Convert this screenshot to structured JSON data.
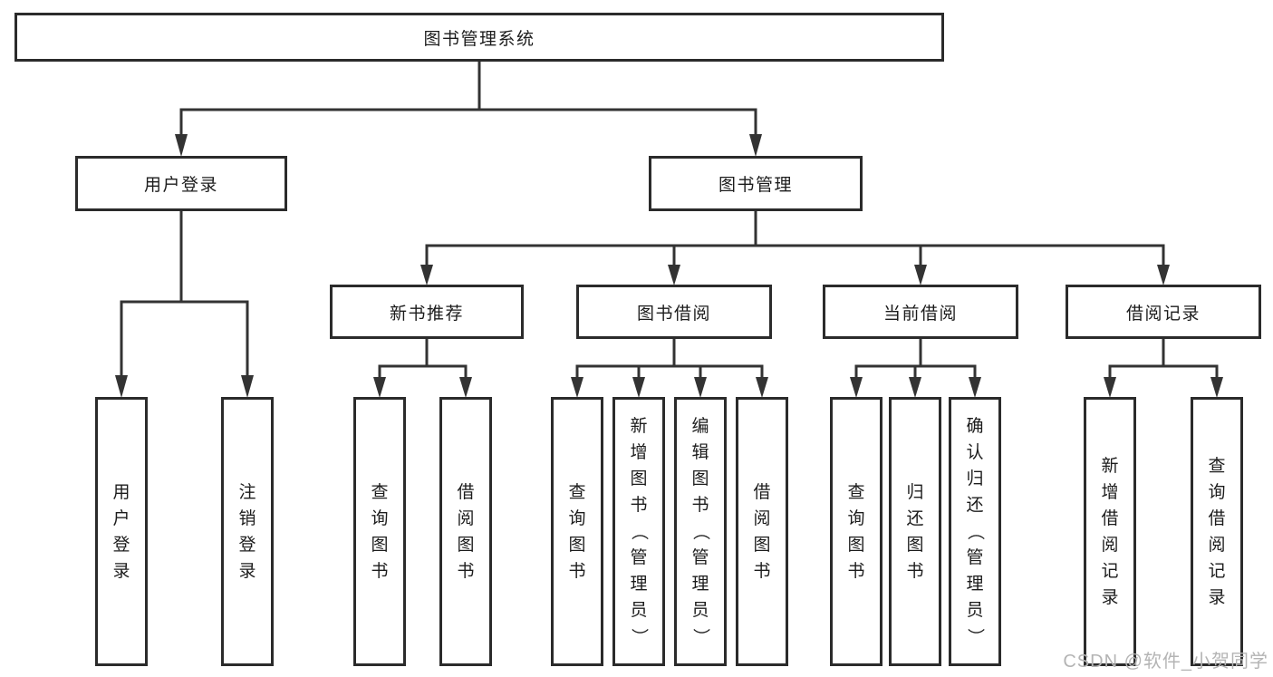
{
  "diagram": {
    "root": {
      "label": "图书管理系统",
      "children": [
        {
          "label": "用户登录",
          "children": [
            {
              "label": "用户登录"
            },
            {
              "label": "注销登录"
            }
          ]
        },
        {
          "label": "图书管理",
          "children": [
            {
              "label": "新书推荐",
              "children": [
                {
                  "label": "查询图书"
                },
                {
                  "label": "借阅图书"
                }
              ]
            },
            {
              "label": "图书借阅",
              "children": [
                {
                  "label": "查询图书"
                },
                {
                  "label": "新增图书（管理员）"
                },
                {
                  "label": "编辑图书（管理员）"
                },
                {
                  "label": "借阅图书"
                }
              ]
            },
            {
              "label": "当前借阅",
              "children": [
                {
                  "label": "查询图书"
                },
                {
                  "label": "归还图书"
                },
                {
                  "label": "确认归还（管理员）"
                }
              ]
            },
            {
              "label": "借阅记录",
              "children": [
                {
                  "label": "新增借阅记录"
                },
                {
                  "label": "查询借阅记录"
                }
              ]
            }
          ]
        }
      ]
    }
  },
  "watermark": {
    "text": "CSDN @软件_小贺同学"
  },
  "colors": {
    "line": "#333333",
    "box_border": "#2b2b2b",
    "text": "#1c1c1c",
    "watermark_text": "#b4b4b4",
    "background": "#ffffff"
  }
}
